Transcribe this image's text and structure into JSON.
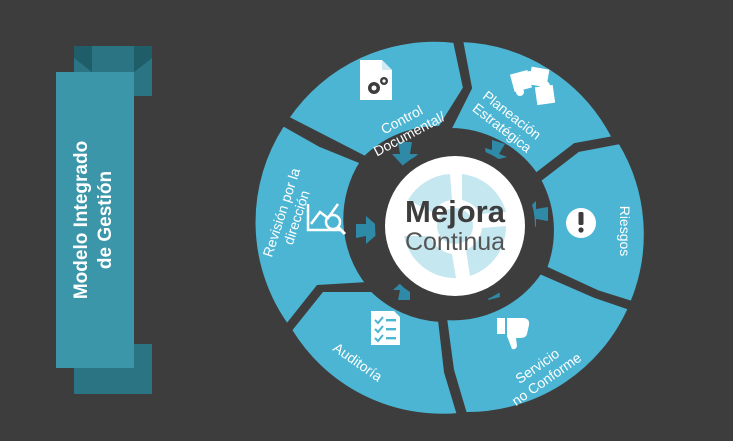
{
  "banner": {
    "line1": "Modelo Integrado",
    "line2": "de Gestión"
  },
  "center": {
    "line1": "Mejora",
    "line2": "Continua"
  },
  "segments": [
    {
      "id": "control",
      "lines": [
        "Control",
        "Documental/"
      ],
      "icon": "gear-document-icon"
    },
    {
      "id": "planeacion",
      "lines": [
        "Planeación",
        "Estratégica"
      ],
      "icon": "puzzle-icon"
    },
    {
      "id": "riesgos",
      "lines": [
        "Riesgos"
      ],
      "icon": "exclamation-icon"
    },
    {
      "id": "servicio",
      "lines": [
        "Servicio",
        "no Conforme"
      ],
      "icon": "thumbs-down-icon"
    },
    {
      "id": "auditoria",
      "lines": [
        "Auditoría"
      ],
      "icon": "checklist-icon"
    },
    {
      "id": "revision",
      "lines": [
        "Revisión por la",
        "dirección"
      ],
      "icon": "chart-magnifier-icon"
    }
  ],
  "colors": {
    "background": "#3d3d3d",
    "segment": "#4bb5d3",
    "segment_border": "#3d3d3d",
    "banner": "#3a96a8",
    "banner_dark": "#2a7483",
    "arrow": "#2e8aa6",
    "center_bg": "#ffffff",
    "center_ring": "#3d3d3d",
    "gear": "#c4e7f0",
    "center_text_dark": "#3d3d3d",
    "center_text_light": "#555555"
  }
}
